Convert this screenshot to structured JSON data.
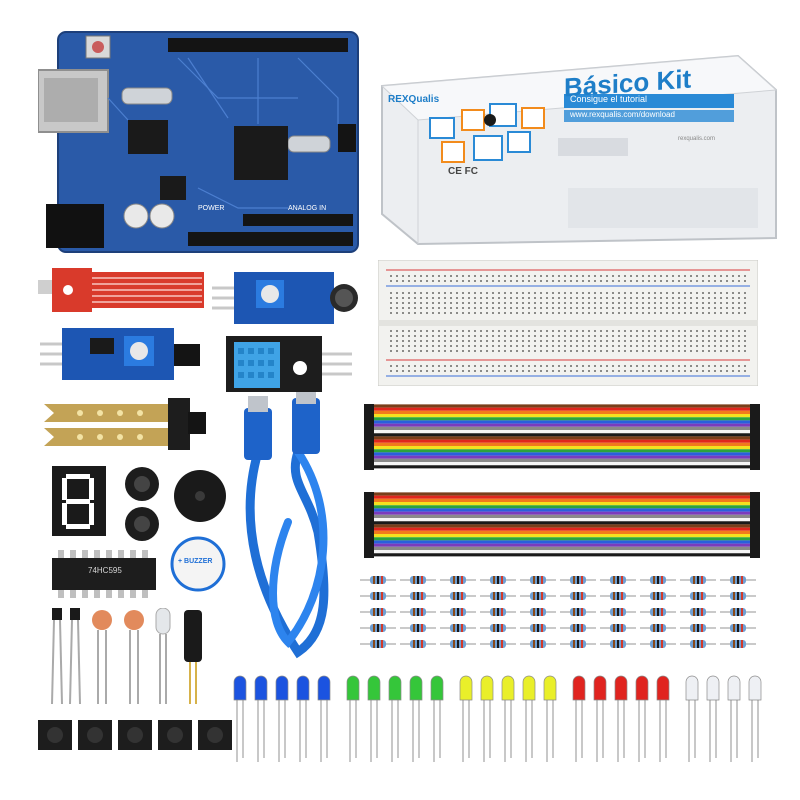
{
  "box": {
    "brand": "REXQualis",
    "title": "Básico Kit",
    "subtitle": "Consigue el tutorial",
    "link": "www.rexqualis.com/download",
    "cert": "CE FC",
    "side_note": "rexqualis.com"
  },
  "uno": {
    "label_power": "POWER",
    "label_analog": "ANALOG IN"
  },
  "chips": {
    "shift_register": "74HC595",
    "buzzer_label": "+ BUZZER"
  },
  "colors": {
    "pcb_blue": "#2a5aa8",
    "sensor_red": "#d93a2b",
    "sensor_black": "#1d1d1d",
    "cable_blue": "#1f6fd6",
    "breadboard": "#f2f2ef",
    "accent_brand": "#1e7ec8"
  },
  "led_groups": [
    {
      "color": "blue",
      "hex": "#1b53e0",
      "count": 5
    },
    {
      "color": "green",
      "hex": "#35c63a",
      "count": 5
    },
    {
      "color": "yellow",
      "hex": "#e9ef2a",
      "count": 5
    },
    {
      "color": "red",
      "hex": "#e0241f",
      "count": 5
    },
    {
      "color": "white",
      "hex": "#eef0f4",
      "count": 5
    }
  ],
  "wire_colors": [
    "#7a3f1a",
    "#e0261d",
    "#f17a1c",
    "#f4e11f",
    "#2ca33c",
    "#2a5fdc",
    "#7b3bbd",
    "#8a8a8a",
    "#f5f5f5",
    "#1a1a1a"
  ]
}
